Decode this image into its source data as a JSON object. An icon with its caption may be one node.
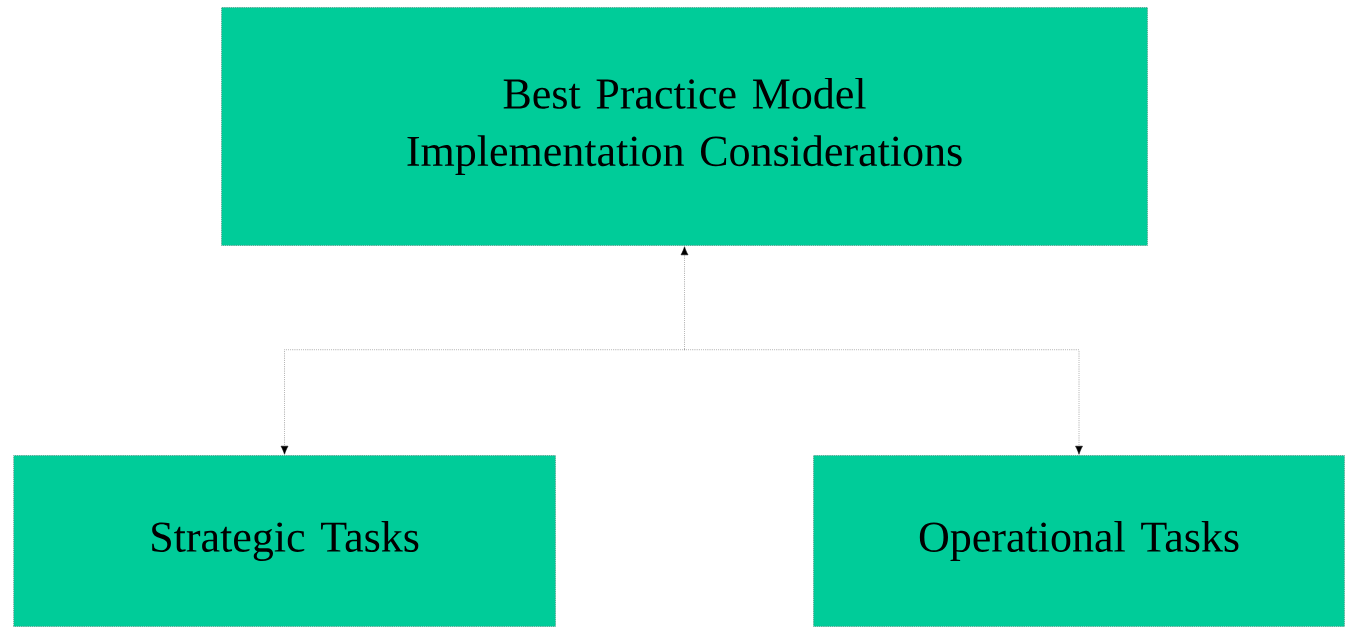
{
  "diagram": {
    "nodes": [
      {
        "text": [
          "Best Practice Model Implementation Considerations"
        ]
      },
      {
        "text": [
          "Strategic Tasks"
        ]
      },
      {
        "text": [
          "Operational Tasks"
        ]
      }
    ],
    "edges": [
      {
        "from": 0,
        "to": 1,
        "arrow": "both",
        "style": "dashed"
      },
      {
        "from": 0,
        "to": 2,
        "arrow": "both",
        "style": "dashed"
      }
    ]
  }
}
